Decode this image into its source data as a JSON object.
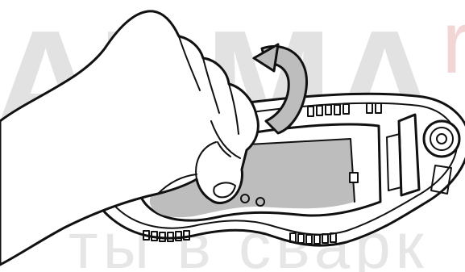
{
  "watermark": {
    "main": "ARMA",
    "accent": "r",
    "sub": "ты в сварк",
    "colors": {
      "text": "#e2e2e2",
      "accent": "#f2d6d6"
    }
  },
  "figure": {
    "colors": {
      "outline": "#111111",
      "film": "#bdbdbd",
      "fill": "#ffffff"
    }
  }
}
